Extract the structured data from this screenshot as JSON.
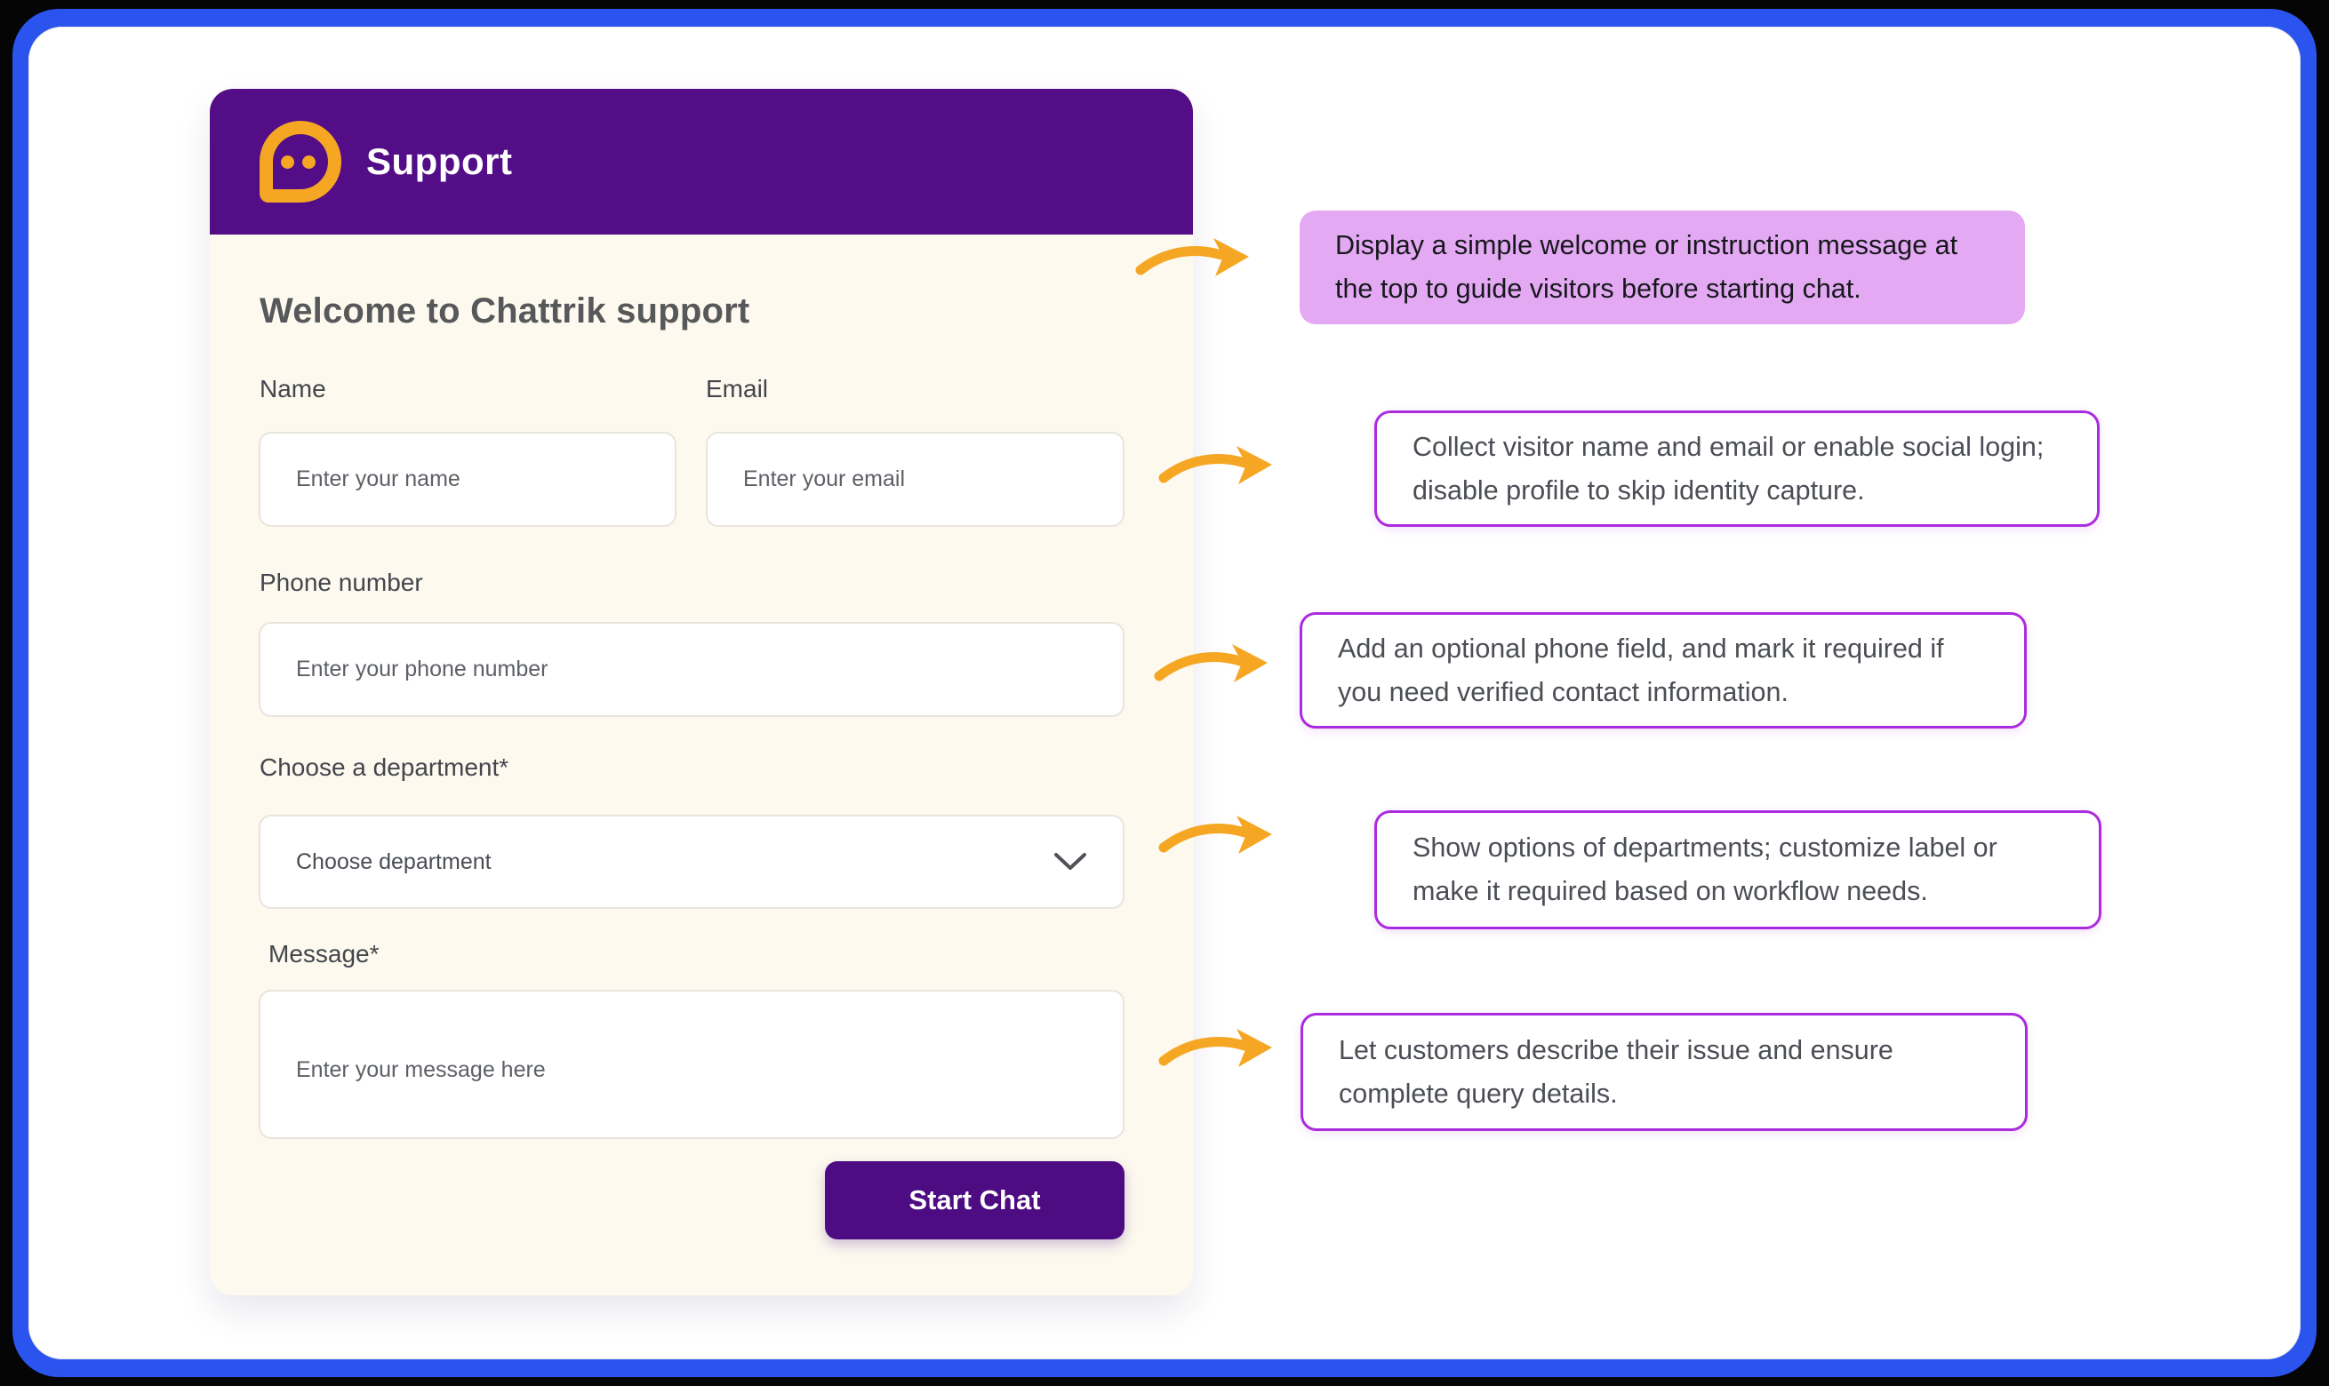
{
  "colors": {
    "frame_blue": "#2B54EE",
    "page_bg": "#FFFFFF",
    "widget_bg": "#FDF9EF",
    "header_purple": "#520D87",
    "button_purple": "#4D0C82",
    "brand_orange": "#F5A623",
    "annotation_fill": "#E3A9F3",
    "annotation_border": "#AB2BDE"
  },
  "widget": {
    "header": {
      "title": "Support"
    },
    "welcome_heading": "Welcome to Chattrik support",
    "fields": {
      "name": {
        "label": "Name",
        "placeholder": "Enter your name"
      },
      "email": {
        "label": "Email",
        "placeholder": "Enter your email"
      },
      "phone": {
        "label": "Phone number",
        "placeholder": "Enter your phone number"
      },
      "department": {
        "label": "Choose a department*",
        "placeholder": "Choose department"
      },
      "message": {
        "label": "Message*",
        "placeholder": "Enter your message here"
      }
    },
    "submit_label": "Start Chat"
  },
  "annotations": [
    {
      "style": "filled",
      "text": "Display a simple welcome or instruction message at the top to guide visitors before starting chat."
    },
    {
      "style": "outlined",
      "text": "Collect visitor name and email or enable social login; disable profile to skip identity capture."
    },
    {
      "style": "outlined",
      "text": "Add an optional phone field, and mark it required if you need verified contact information."
    },
    {
      "style": "outlined",
      "text": "Show options of departments; customize label or make it required based on workflow needs."
    },
    {
      "style": "outlined",
      "text": "Let customers describe their issue and ensure complete query details."
    }
  ]
}
